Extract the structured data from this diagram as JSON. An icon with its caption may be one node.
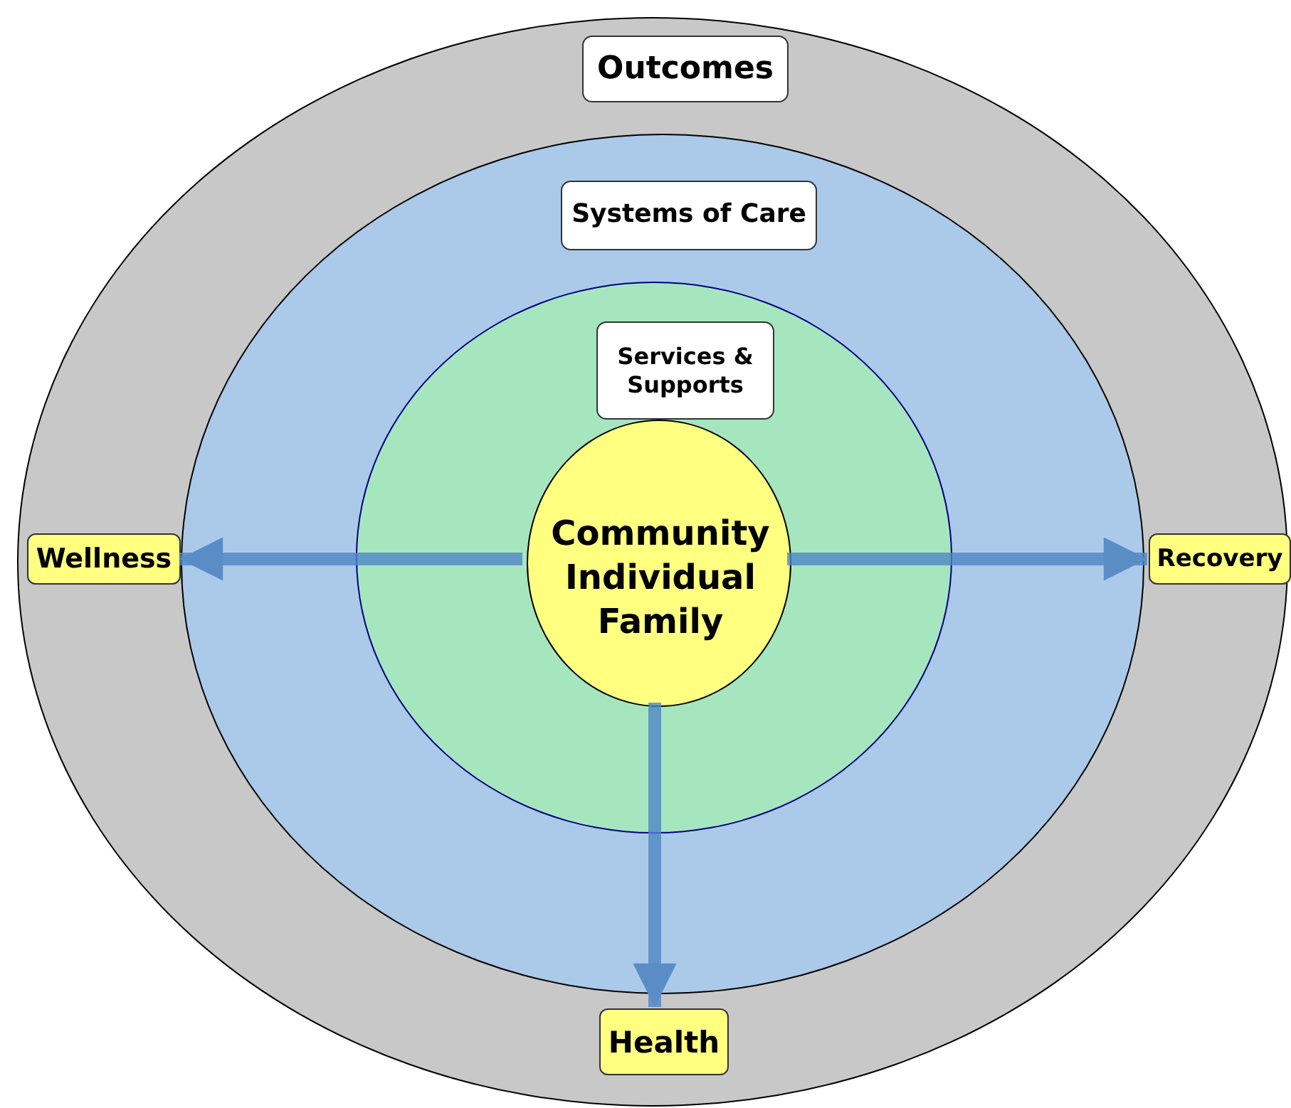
{
  "diagram": {
    "nodes": [
      {
        "text": [
          "Outcomes"
        ]
      },
      {
        "text": [
          "Systems of Care"
        ],
        "in": 0
      },
      {
        "text": [
          "Services & Supports"
        ],
        "in": 1
      },
      {
        "text": [
          "Community Individual Family"
        ],
        "in": 2
      },
      {
        "text": [
          "Wellness"
        ],
        "in": 0
      },
      {
        "text": [
          "Recovery"
        ],
        "in": 0
      },
      {
        "text": [
          "Health"
        ],
        "in": 0
      }
    ],
    "edges": [
      {
        "from": 3,
        "to": 4,
        "arrow": "to"
      },
      {
        "from": 3,
        "to": 5,
        "arrow": "to"
      },
      {
        "from": 3,
        "to": 6,
        "arrow": "to"
      }
    ]
  }
}
